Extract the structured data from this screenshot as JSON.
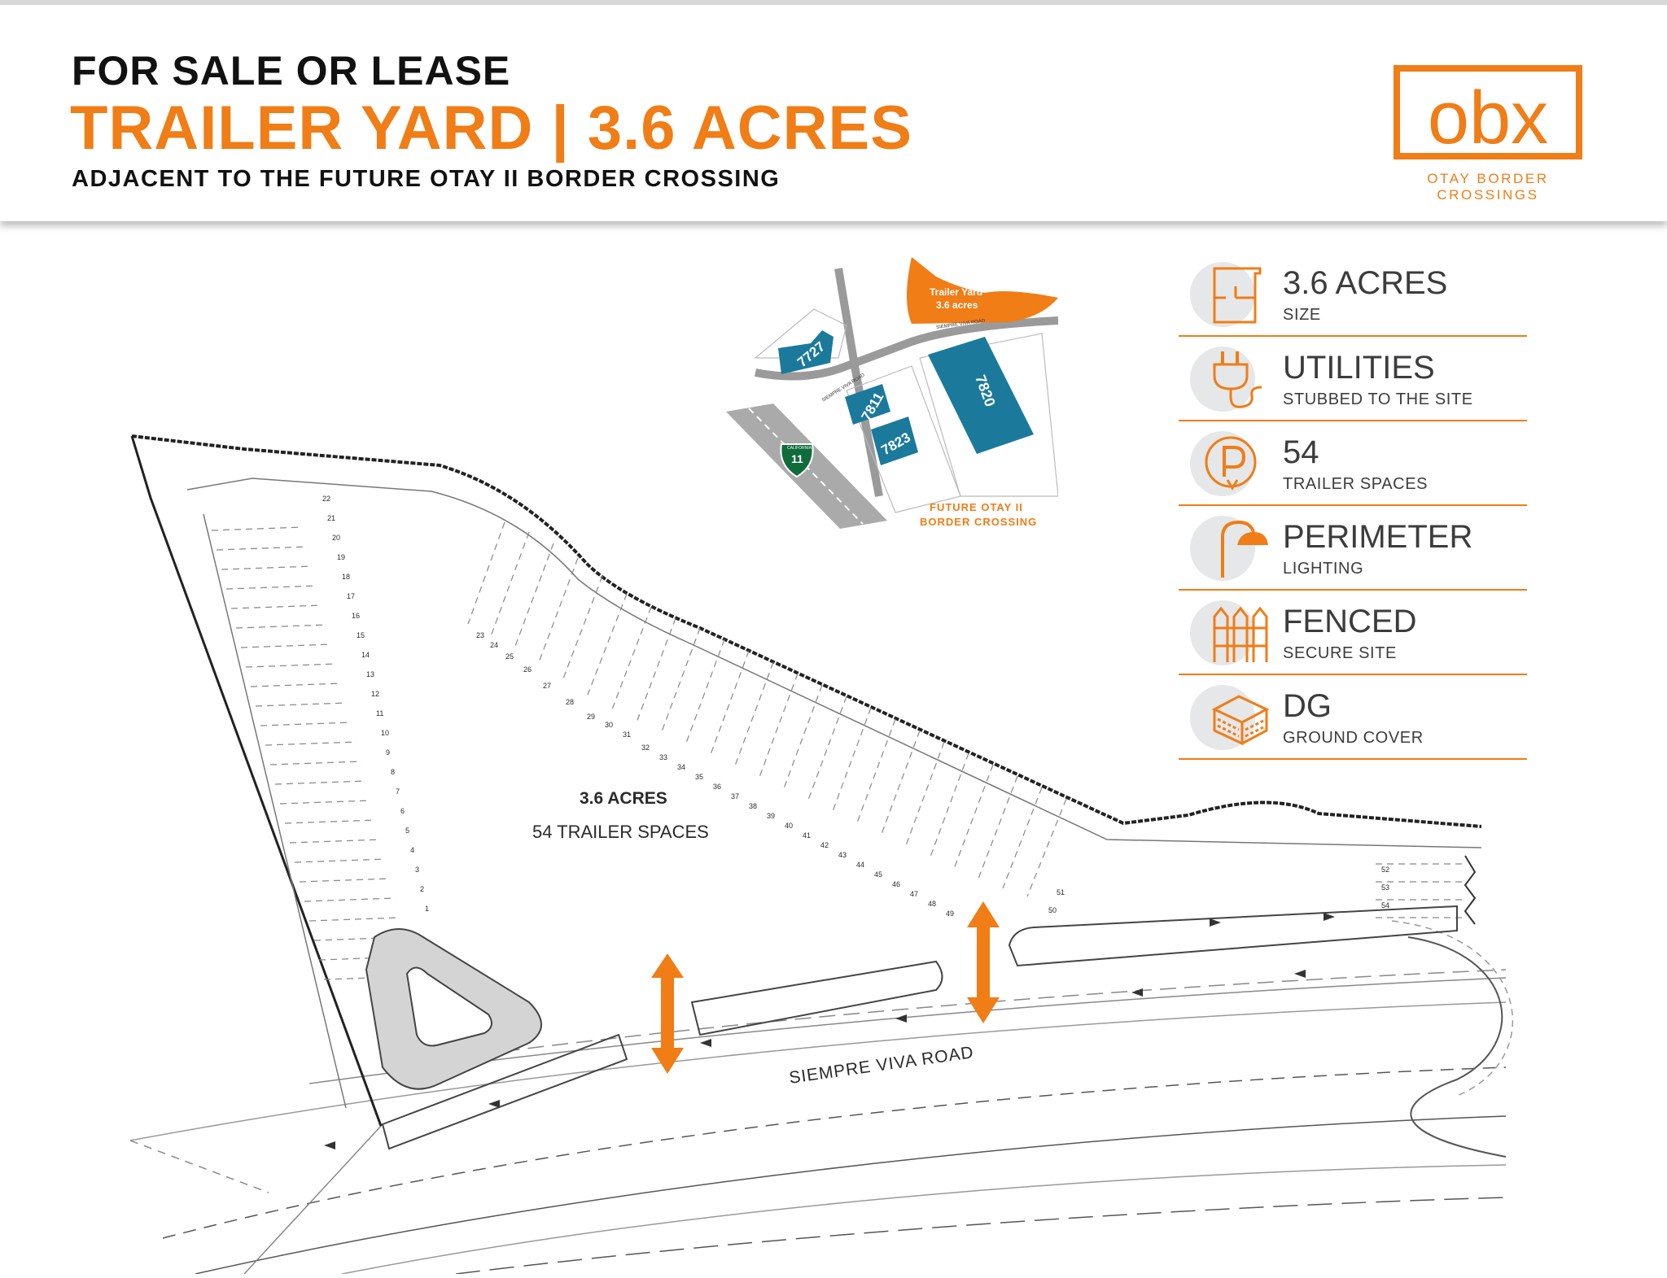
{
  "header": {
    "eyebrow": "FOR SALE OR LEASE",
    "headline": "TRAILER YARD | 3.6 ACRES",
    "subhead": "ADJACENT TO THE FUTURE OTAY II BORDER CROSSING"
  },
  "logo": {
    "wordmark": "obx",
    "tagline": "OTAY BORDER CROSSINGS",
    "color": "#f07d16"
  },
  "colors": {
    "accent": "#f07d16",
    "building": "#1b7a9b",
    "highway": "#0f6b3a",
    "text": "#3c3c3c",
    "icon_bg": "#e6e7e8"
  },
  "features": [
    {
      "title": "3.6 ACRES",
      "subtitle": "SIZE",
      "icon": "floorplan-icon"
    },
    {
      "title": "UTILITIES",
      "subtitle": "STUBBED TO THE SITE",
      "icon": "plug-icon"
    },
    {
      "title": "54",
      "subtitle": "TRAILER SPACES",
      "icon": "parking-icon"
    },
    {
      "title": "PERIMETER",
      "subtitle": "LIGHTING",
      "icon": "lamp-icon"
    },
    {
      "title": "FENCED",
      "subtitle": "SECURE SITE",
      "icon": "fence-icon"
    },
    {
      "title": "DG",
      "subtitle": "GROUND COVER",
      "icon": "ground-cover-icon"
    }
  ],
  "site_plan": {
    "area_label": "3.6 ACRES",
    "spaces_label": "54 TRAILER SPACES",
    "road_label": "SIEMPRE VIVA ROAD",
    "space_numbers": [
      "1",
      "2",
      "3",
      "4",
      "5",
      "6",
      "7",
      "8",
      "9",
      "10",
      "11",
      "12",
      "13",
      "14",
      "15",
      "16",
      "17",
      "18",
      "19",
      "20",
      "21",
      "22",
      "23",
      "24",
      "25",
      "26",
      "27",
      "28",
      "29",
      "30",
      "31",
      "32",
      "33",
      "34",
      "35",
      "36",
      "37",
      "38",
      "39",
      "40",
      "41",
      "42",
      "43",
      "44",
      "45",
      "46",
      "47",
      "48",
      "49",
      "50",
      "51",
      "52",
      "53",
      "54"
    ]
  },
  "inset_map": {
    "trailer_yard_line1": "Trailer Yard",
    "trailer_yard_line2": "3.6 acres",
    "buildings": [
      "7727",
      "7811",
      "7820",
      "7823"
    ],
    "road_label": "SIEMPRE VIVA ROAD",
    "road_label_2": "SIEMPRE VIVA ROAD",
    "shield_top": "CALIFORNIA",
    "shield_number": "11",
    "crossing_line1": "FUTURE OTAY II",
    "crossing_line2": "BORDER CROSSING"
  }
}
